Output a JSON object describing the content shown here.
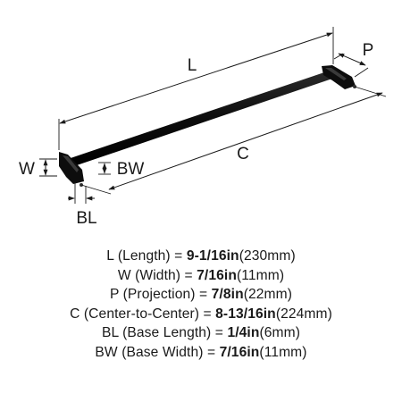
{
  "dimension_labels": {
    "length": "L",
    "projection": "P",
    "width": "W",
    "base_width": "BW",
    "center_to_center": "C",
    "base_length": "BL"
  },
  "specs": [
    {
      "abbr": "L",
      "name": "(Length) =",
      "value": "9-1/16in",
      "metric": "(230mm)"
    },
    {
      "abbr": "W",
      "name": "(Width) =",
      "value": "7/16in",
      "metric": "(11mm)"
    },
    {
      "abbr": "P",
      "name": "(Projection) =",
      "value": "7/8in",
      "metric": "(22mm)"
    },
    {
      "abbr": "C",
      "name": "(Center-to-Center) =",
      "value": "8-13/16in",
      "metric": "(224mm)"
    },
    {
      "abbr": "BL",
      "name": "(Base Length) =",
      "value": "1/4in",
      "metric": "(6mm)"
    },
    {
      "abbr": "BW",
      "name": "(Base Width) =",
      "value": "7/16in",
      "metric": "(11mm)"
    }
  ],
  "colors": {
    "ink": "#1a1a1a",
    "product_black": "#0d0d0d",
    "background": "#ffffff"
  }
}
